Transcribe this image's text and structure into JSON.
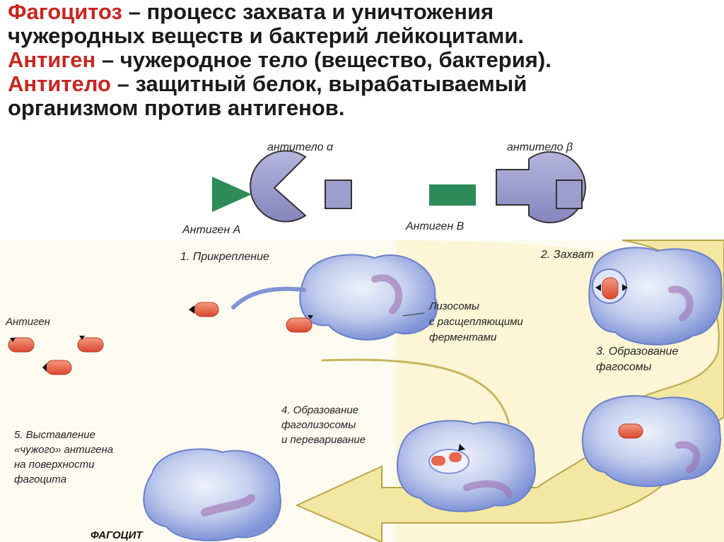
{
  "definitions": [
    {
      "term": "Фагоцитоз",
      "dash": " – ",
      "lines": [
        "процесс захвата и уничтожения",
        "чужеродных веществ и бактерий лейкоцитами."
      ]
    },
    {
      "term": "Антиген",
      "dash": " – ",
      "lines": [
        "чужеродное тело (вещество, бактерия)."
      ]
    },
    {
      "term": "Антитело",
      "dash": " – ",
      "lines": [
        "защитный белок, вырабатываемый",
        "организмом против антигенов."
      ]
    }
  ],
  "antibody_diagram": {
    "antibody_alpha": "антитело α",
    "antigen_a": "Антиген A",
    "antibody_beta": "антитело β",
    "antigen_b": "Антиген B"
  },
  "process": {
    "step1": "1. Прикрепление",
    "step2": "2. Захват",
    "step3": [
      "3. Образование",
      "фагосомы"
    ],
    "step4": [
      "4. Образование",
      "фаголизосомы",
      "и переваривание"
    ],
    "step5": [
      "5. Выставление",
      "«чужого» антигена",
      "на поверхности",
      "фагоцита"
    ],
    "antigen_label": "Антиген",
    "lysosomes": [
      "Лизосомы",
      "с расщепляющими",
      "ферментами"
    ],
    "phagocyte": "ФАГОЦИТ"
  },
  "colors": {
    "term": "#c8261f",
    "antigen_green": "#2e8b5a",
    "antibody": "#9c9bcc",
    "background_band": "#fbf3cf",
    "arrow": "#f2e39a",
    "cell": "#a9b9e6",
    "bacterium": "#e8674f"
  }
}
